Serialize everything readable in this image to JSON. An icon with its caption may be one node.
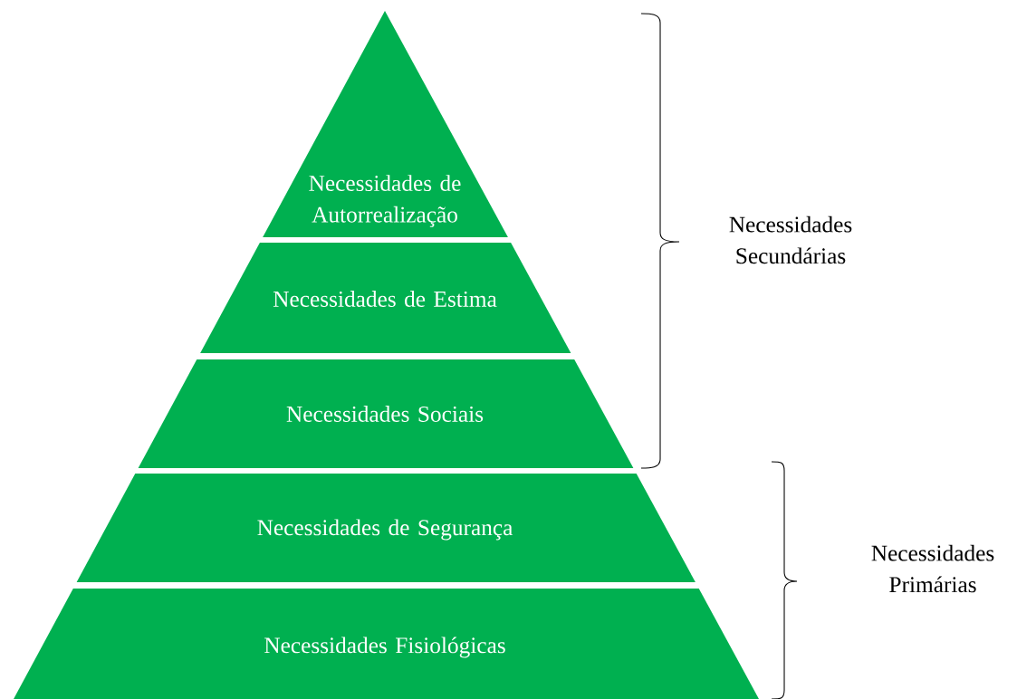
{
  "diagram": {
    "nodes": [
      {
        "text": [
          "Necessidades de Autorrealização"
        ]
      },
      {
        "text": [
          "Necessidades de Estima"
        ]
      },
      {
        "text": [
          "Necessidades Sociais"
        ]
      },
      {
        "text": [
          "Necessidades de Segurança"
        ]
      },
      {
        "text": [
          "Necessidades Fisiológicas"
        ]
      }
    ],
    "labels": [
      "Necessidades Secundárias",
      "Necessidades Primárias"
    ]
  }
}
